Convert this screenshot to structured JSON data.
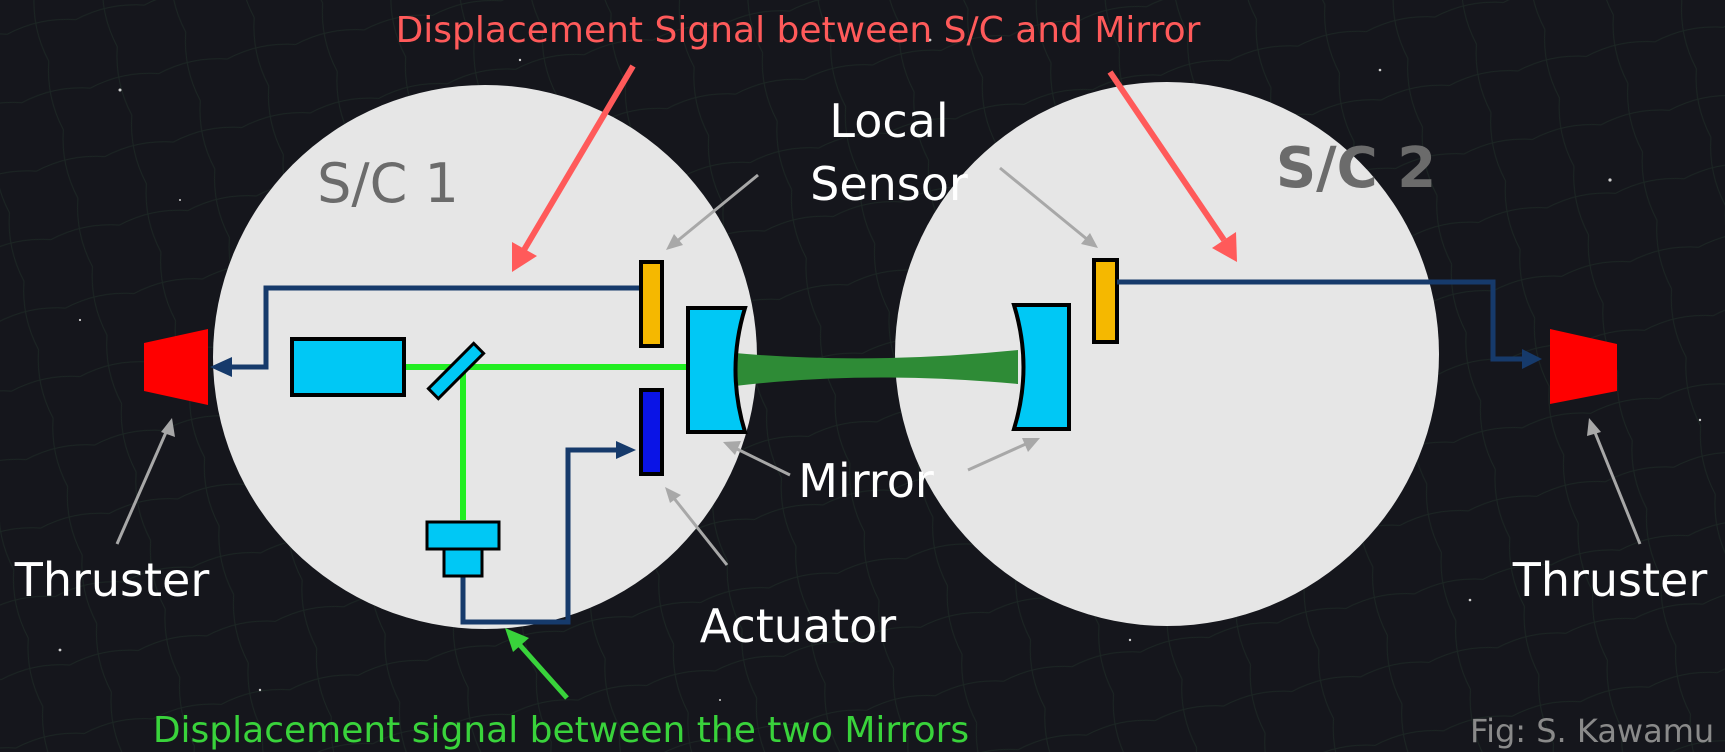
{
  "labels": {
    "top_signal": "Displacement Signal between S/C and Mirror",
    "bottom_signal": "Displacement signal between the two Mirrors",
    "sc1": "S/C 1",
    "sc2": "S/C 2",
    "local_line1": "Local",
    "local_line2": "Sensor",
    "mirror": "Mirror",
    "actuator": "Actuator",
    "thruster_left": "Thruster",
    "thruster_right": "Thruster",
    "credit": "Fig: S. Kawamu"
  },
  "colors": {
    "background": "#15161c",
    "spacecraft": "#e6e6e6",
    "red_label": "#ff5a5a",
    "green_label": "#39d33b",
    "signal_line": "#163a6b",
    "laser": "#22ee22",
    "beam": "#2e8b36",
    "mirror": "#00c8f5",
    "sensor": "#f5b800",
    "actuator": "#0a14e6",
    "thruster": "#ff0000",
    "pointer_gray": "#a8a8a8",
    "sc_label_gray": "#6b6b6b"
  }
}
